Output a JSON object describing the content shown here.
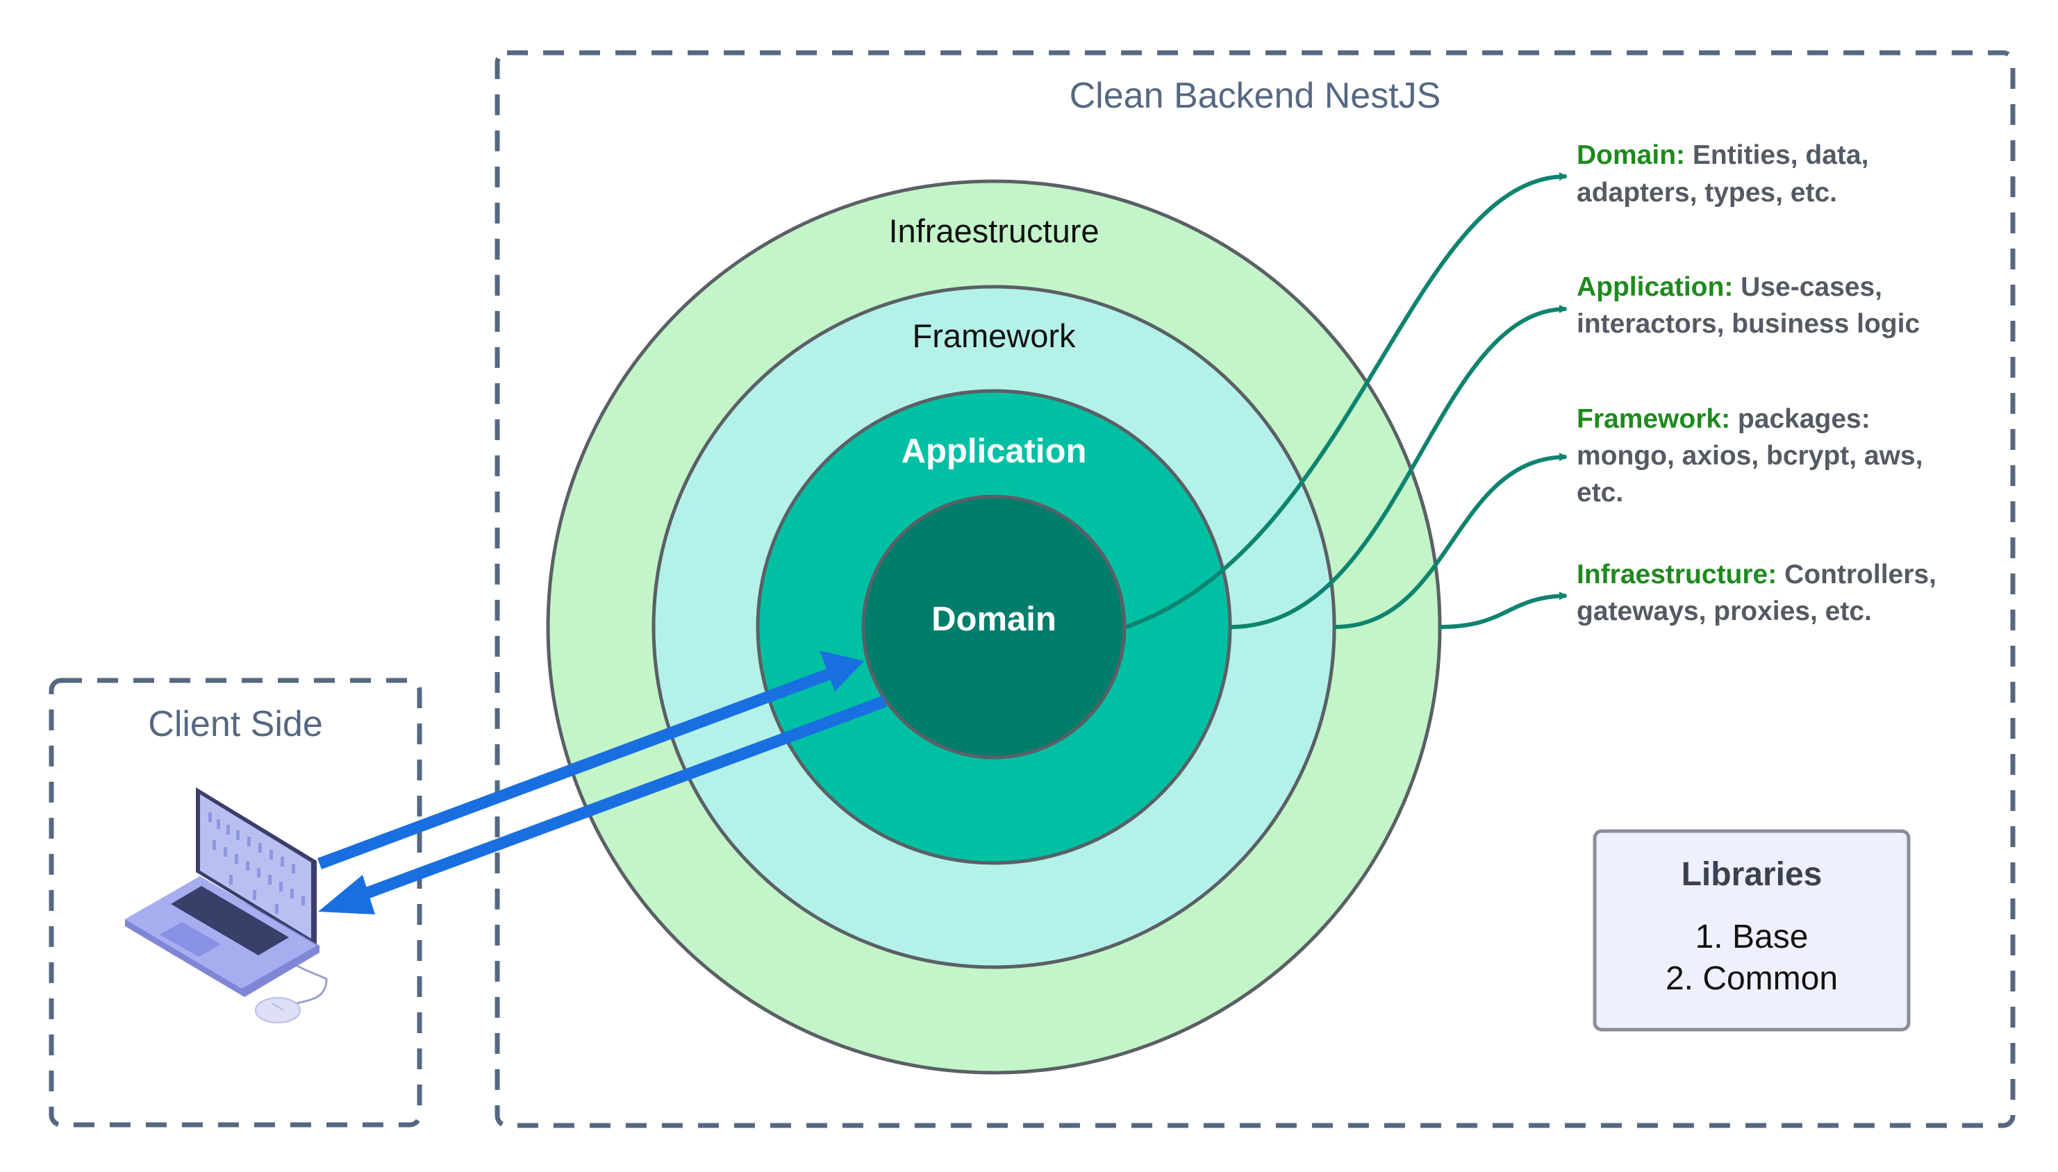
{
  "backend": {
    "title": "Clean Backend NestJS"
  },
  "client": {
    "title": "Client Side"
  },
  "layers": [
    {
      "label": "Infraestructure",
      "fill": "#c3f5c8"
    },
    {
      "label": "Framework",
      "fill": "#b4f2e9"
    },
    {
      "label": "Application",
      "fill": "#00c0a4"
    },
    {
      "label": "Domain",
      "fill": "#017d6c"
    }
  ],
  "descriptions": [
    {
      "key": "Domain",
      "sep": ":",
      "lines": [
        " Entities, data,",
        "adapters, types, etc."
      ]
    },
    {
      "key": "Application",
      "sep": ":",
      "lines": [
        " Use-cases,",
        "interactors, business logic"
      ]
    },
    {
      "key": "Framework",
      "sep": ":",
      "lines": [
        " packages:",
        "mongo, axios, bcrypt, aws,",
        "etc."
      ]
    },
    {
      "key": "Infraestructure",
      "sep": ":",
      "lines": [
        " Controllers,",
        "gateways, proxies, etc."
      ]
    }
  ],
  "libraries": {
    "title": "Libraries",
    "items": [
      "1. Base",
      "2. Common"
    ]
  },
  "colors": {
    "dashed_border": "#566880",
    "ring_stroke": "#5a6066",
    "connector": "#0e8470",
    "request_arrow": "#1a6fe0",
    "key_text": "#1e8a1e",
    "library_fill": "#eff0fd"
  },
  "icons": {
    "client_device": "laptop-icon",
    "mouse": "mouse-icon"
  }
}
